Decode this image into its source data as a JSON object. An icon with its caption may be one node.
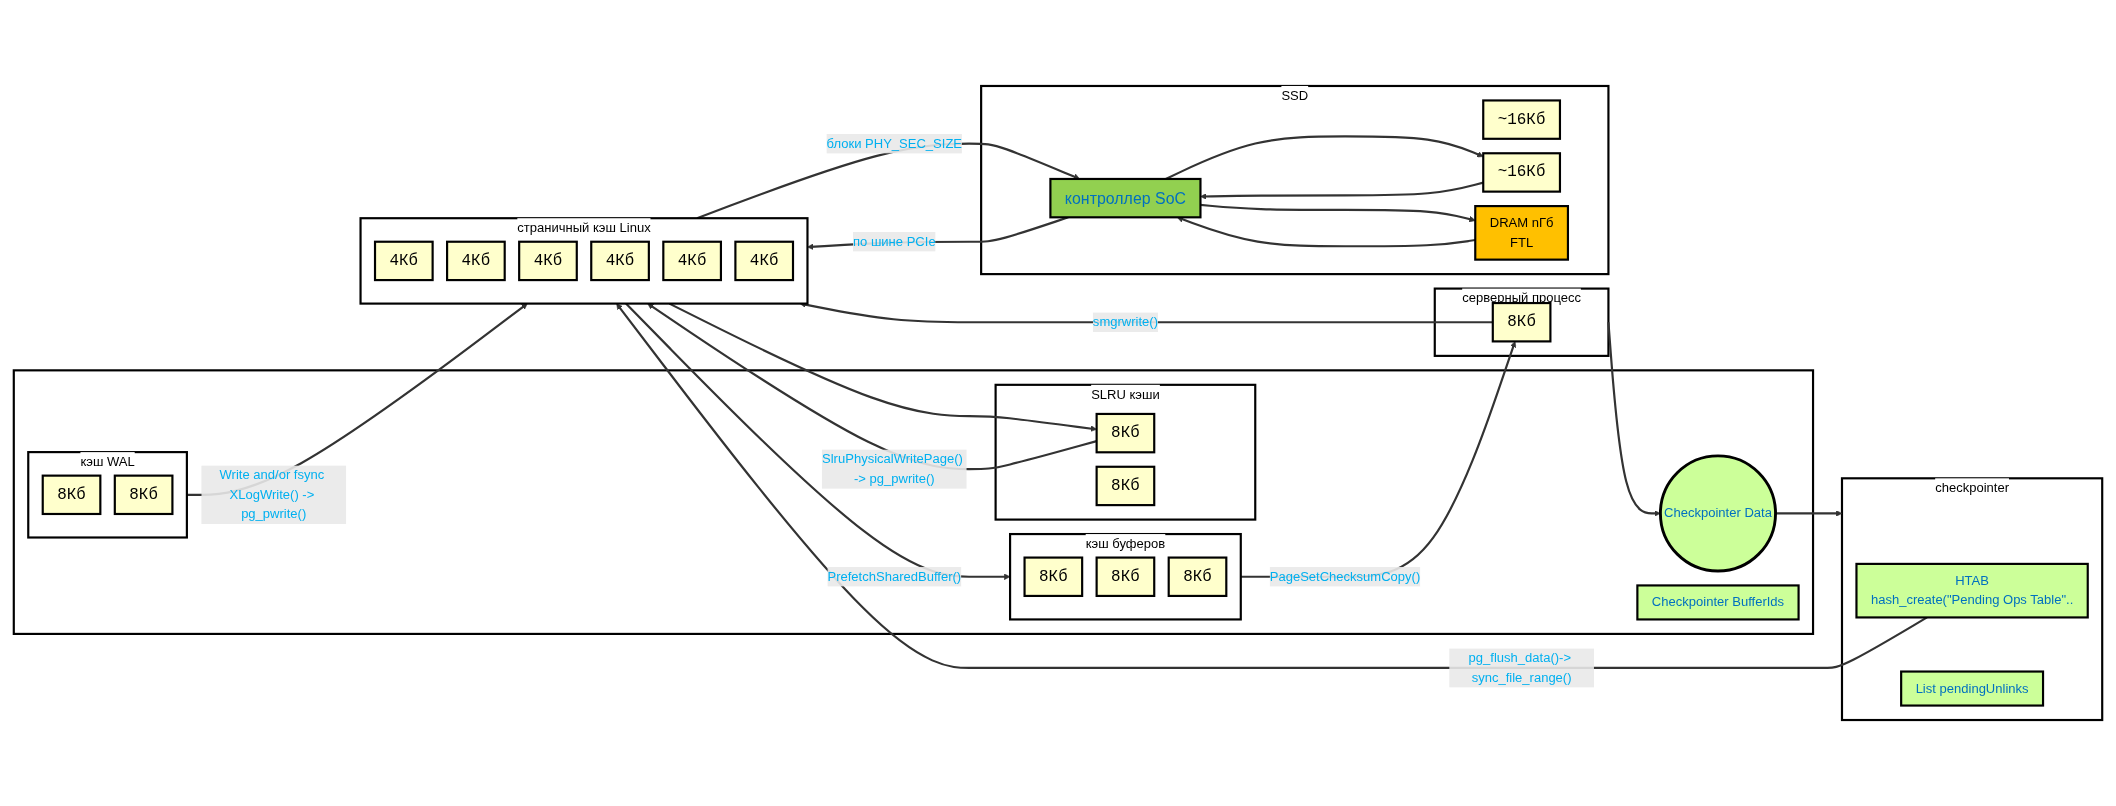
{
  "diagram": {
    "nodes": [
      {
        "text": [],
        "shape": "box"
      },
      {
        "text": [
          "Checkpointer Data"
        ],
        "in": 0
      },
      {
        "text": [
          "Checkpointer BufferIds"
        ],
        "in": 0
      },
      {
        "text": [
          "кэш буферов"
        ],
        "in": 0
      },
      {
        "text": [
          "8Кб"
        ],
        "in": 3
      },
      {
        "text": [
          "8Кб"
        ],
        "in": 3
      },
      {
        "text": [
          "8Кб"
        ],
        "in": 3
      },
      {
        "text": [
          "кэш WAL"
        ],
        "in": 0
      },
      {
        "text": [
          "8Кб"
        ],
        "in": 7
      },
      {
        "text": [
          "8Кб"
        ],
        "in": 7
      },
      {
        "text": [
          "SLRU кэши"
        ],
        "in": 0
      },
      {
        "text": [
          "8Кб"
        ],
        "in": 10
      },
      {
        "text": [
          "8Кб"
        ],
        "in": 10
      },
      {
        "text": [
          "серверный процесс"
        ]
      },
      {
        "text": [
          "8Кб"
        ],
        "in": 13
      },
      {
        "text": [
          "страничный кэш Linux"
        ]
      },
      {
        "text": [
          "4Кб"
        ],
        "in": 15
      },
      {
        "text": [
          "4Кб"
        ],
        "in": 15
      },
      {
        "text": [
          "4Кб"
        ],
        "in": 15
      },
      {
        "text": [
          "4Кб"
        ],
        "in": 15
      },
      {
        "text": [
          "4Кб"
        ],
        "in": 15
      },
      {
        "text": [
          "4Кб"
        ],
        "in": 15
      },
      {
        "text": [
          "checkpointer"
        ]
      },
      {
        "text": [
          "HTAB",
          "hash_create(\"Pending Ops Table\".."
        ],
        "in": 22
      },
      {
        "text": [
          "List pendingUnlinks"
        ],
        "in": 22
      },
      {
        "text": [
          "SSD"
        ]
      },
      {
        "text": [
          "~16Кб"
        ],
        "in": 25
      },
      {
        "text": [
          "~16Кб"
        ],
        "in": 25
      },
      {
        "text": [
          "контроллер SoC"
        ],
        "in": 25
      },
      {
        "text": [
          "DRAM nГб",
          "FTL"
        ],
        "in": 25
      }
    ],
    "edges": [
      {
        "from": 1,
        "to": 22,
        "arrow": "to"
      },
      {
        "from": 13,
        "to": 1,
        "arrow": "to"
      },
      {
        "from": 3,
        "to": 14,
        "arrow": "to",
        "label": "PageSetChecksumCopy()"
      },
      {
        "from": 15,
        "to": 3,
        "arrow": "to",
        "label": "PrefetchSharedBuffer()"
      },
      {
        "from": 14,
        "to": 15,
        "arrow": "to",
        "label": "smgrwrite()"
      },
      {
        "from": 7,
        "to": 15,
        "arrow": "to",
        "label": "Write and/or fsync XLogWrite() -> pg_pwrite()"
      },
      {
        "from": 15,
        "to": 11,
        "arrow": "to"
      },
      {
        "from": 11,
        "to": 15,
        "arrow": "to",
        "label": "SlruPhysicalWritePage() -> pg_pwrite()"
      },
      {
        "from": 23,
        "to": 15,
        "arrow": "to",
        "label": "pg_flush_data()-> sync_file_range()"
      },
      {
        "from": 15,
        "to": 28,
        "arrow": "to",
        "label": "блоки PHY_SEC_SIZE"
      },
      {
        "from": 28,
        "to": 15,
        "arrow": "to",
        "label": "по шине PCIe"
      },
      {
        "from": 28,
        "to": 27,
        "arrow": "to"
      },
      {
        "from": 27,
        "to": 28,
        "arrow": "to"
      },
      {
        "from": 29,
        "to": 28,
        "arrow": "to"
      },
      {
        "from": 28,
        "to": 29,
        "arrow": "to"
      }
    ]
  }
}
